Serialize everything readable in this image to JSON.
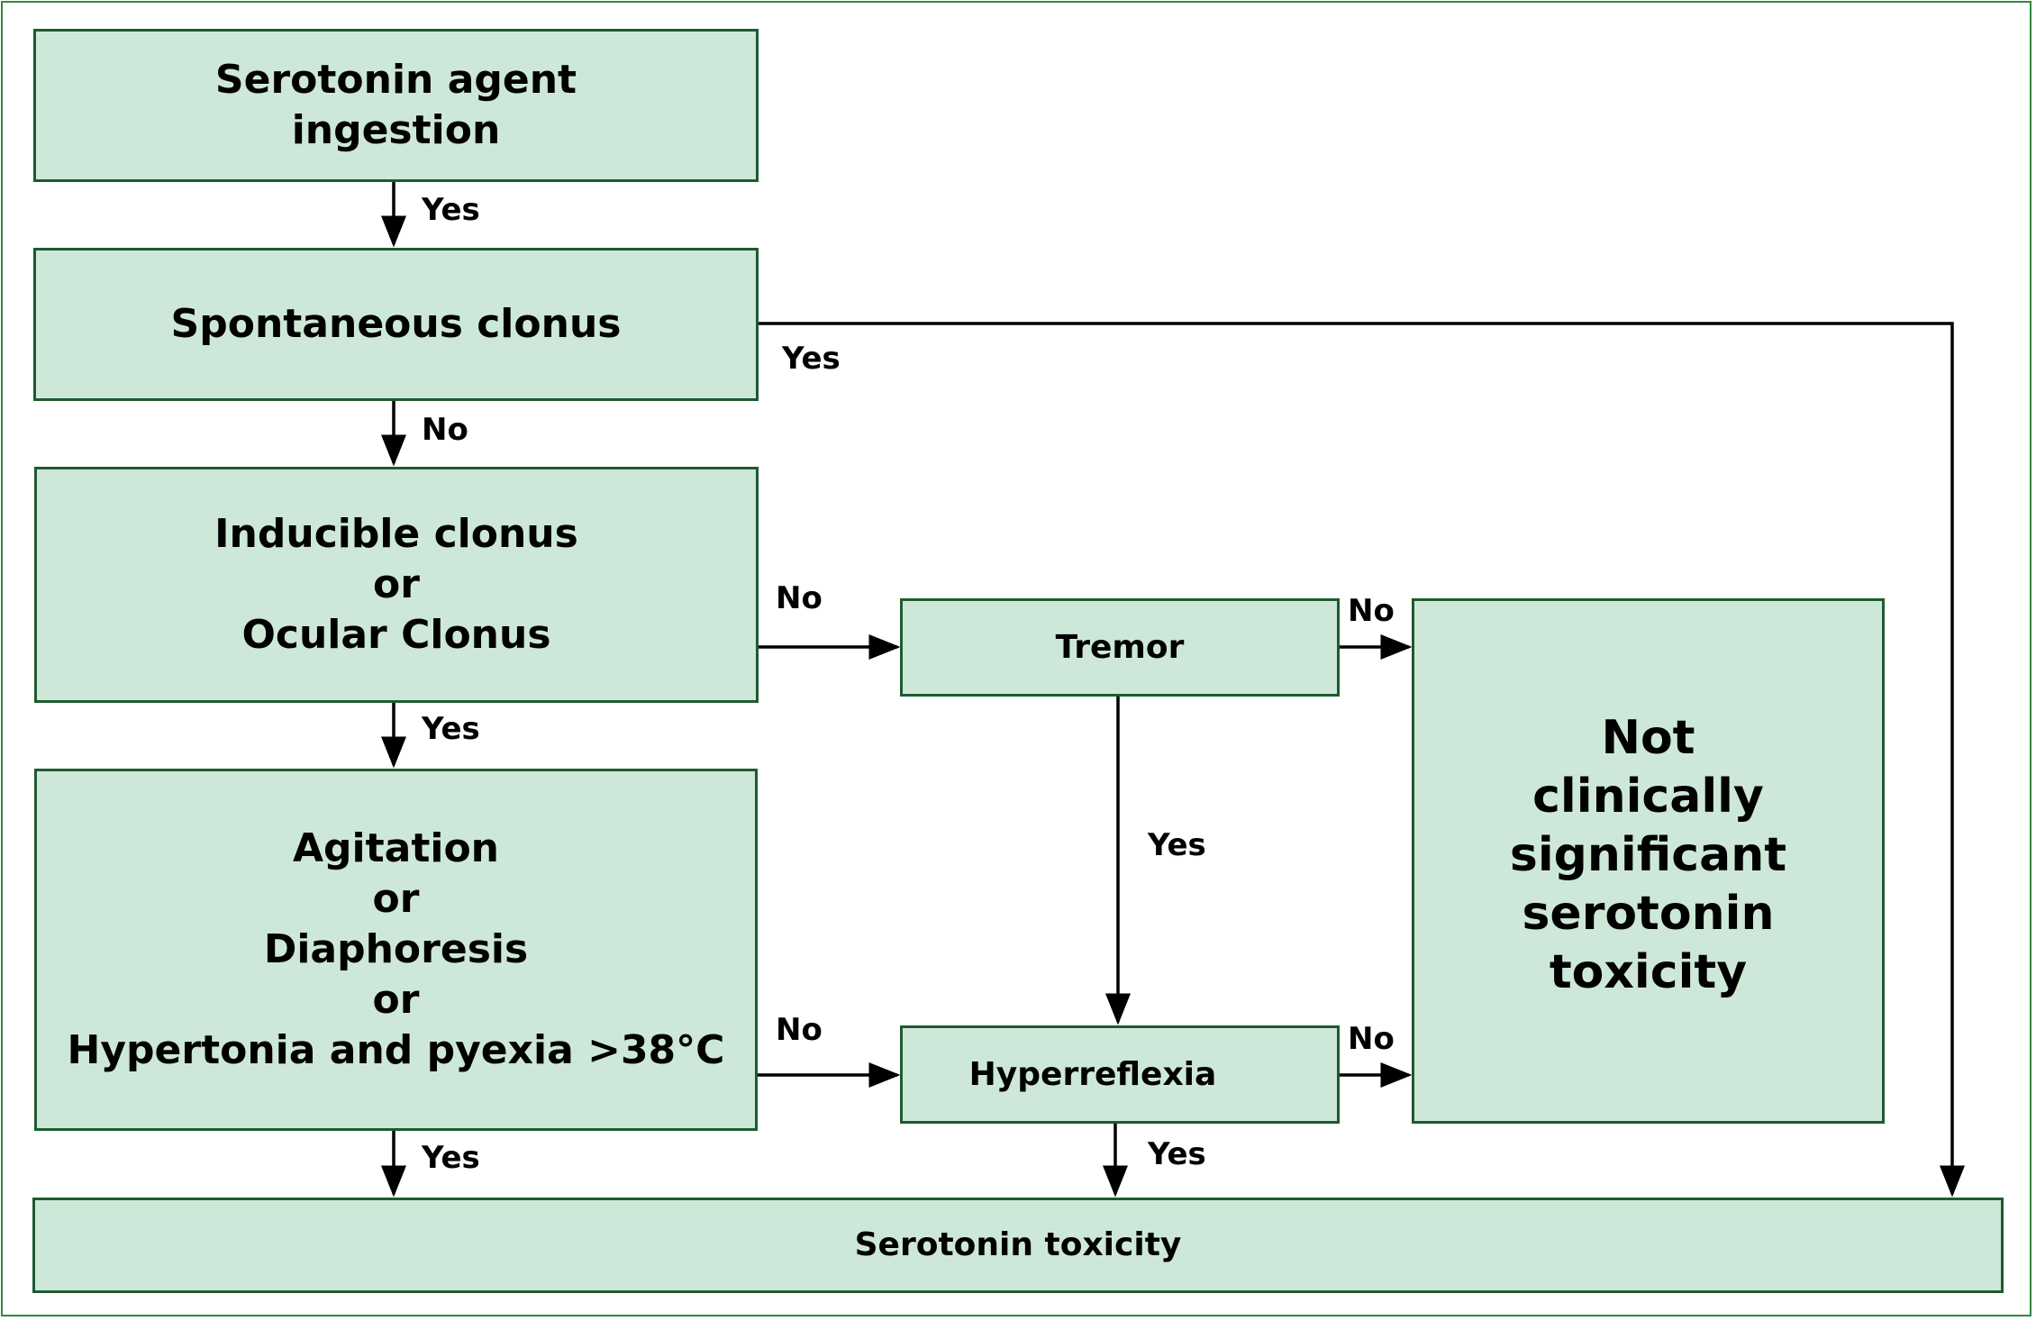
{
  "colors": {
    "box_fill": "#cde8d8",
    "box_border": "#1f5a30",
    "frame": "#2e8b3c",
    "arrow": "#000000"
  },
  "nodes": {
    "ingestion": "Serotonin agent\ningestion",
    "spontaneous": "Spontaneous clonus",
    "inducible": "Inducible clonus\nor\nOcular Clonus",
    "agitation": "Agitation\nor\nDiaphoresis\nor\nHypertonia and pyexia >38°C",
    "tremor": "Tremor",
    "hyperreflexia": "Hyperreflexia",
    "not_significant": "Not\nclinically\nsignificant\nserotonin\ntoxicity",
    "toxicity": "Serotonin toxicity"
  },
  "edge_labels": {
    "ingestion_to_spontaneous": "Yes",
    "spontaneous_to_toxicity": "Yes",
    "spontaneous_to_inducible": "No",
    "inducible_to_tremor": "No",
    "inducible_to_agitation": "Yes",
    "tremor_to_not_significant": "No",
    "tremor_to_hyperreflexia": "Yes",
    "agitation_to_hyperreflexia": "No",
    "hyperreflexia_to_not_significant": "No",
    "agitation_to_toxicity": "Yes",
    "hyperreflexia_to_toxicity": "Yes"
  }
}
